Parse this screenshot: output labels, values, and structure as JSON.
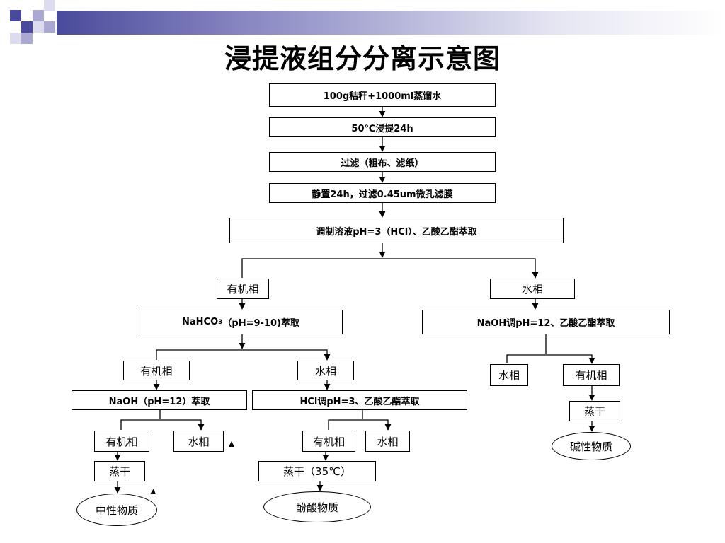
{
  "title": "浸提液组分分离示意图",
  "steps": {
    "s1": "100g秸秆+1000ml蒸馏水",
    "s2": "50℃浸提24h",
    "s3": "过滤（粗布、滤纸）",
    "s4": "静置24h，过滤0.45um微孔滤膜",
    "s5": "调制溶液pH=3（HCl）、乙酸乙酯萃取"
  },
  "left": {
    "organic": "有机相",
    "extract_pre": "NaHCO",
    "extract_sub": "3",
    "extract_post": "（pH=9-10)萃取",
    "l_organic": "有机相",
    "l_extract": "NaOH（pH=12）萃取",
    "l_org2": "有机相",
    "l_aq2": "水相",
    "l_dry": "蒸干",
    "l_result": "中性物质",
    "r_aq": "水相",
    "r_extract": "HCl调pH=3、乙酸乙酯萃取",
    "r_org2": "有机相",
    "r_aq2": "水相",
    "r_dry": "蒸干（35℃）",
    "r_result": "酚酸物质"
  },
  "right": {
    "aqueous": "水相",
    "extract": "NaOH调pH=12、乙酸乙酯萃取",
    "aq2": "水相",
    "org2": "有机相",
    "dry": "蒸干",
    "result": "碱性物质"
  },
  "colors": {
    "deco_dark": "#4a4a9c",
    "deco_light": "#a9a9d4",
    "deco_pale": "#dcdcee"
  }
}
